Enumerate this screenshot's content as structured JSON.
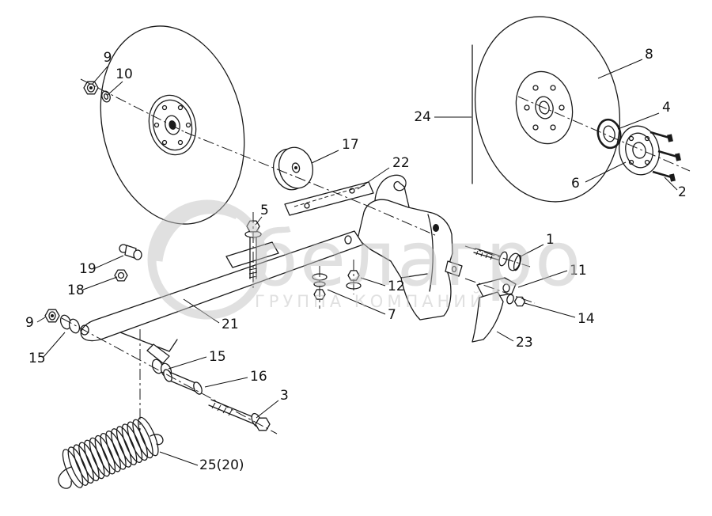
{
  "diagram": {
    "line_color": "#1a1a1a",
    "background": "#ffffff"
  },
  "watermark": {
    "title": "белагро",
    "subtitle": "ГРУППА КОМПАНИЙ",
    "color": "#c2c2c2"
  },
  "callouts": {
    "n9_top": "9",
    "n10": "10",
    "n17": "17",
    "n22": "22",
    "n8": "8",
    "n24": "24",
    "n4": "4",
    "n2": "2",
    "n6": "6",
    "n5": "5",
    "n19": "19",
    "n18": "18",
    "n9_left": "9",
    "n15_left": "15",
    "n21": "21",
    "n12": "12",
    "n7": "7",
    "n1": "1",
    "n11": "11",
    "n14": "14",
    "n23": "23",
    "n15_right": "15",
    "n16": "16",
    "n3": "3",
    "n25": "25(20)"
  }
}
